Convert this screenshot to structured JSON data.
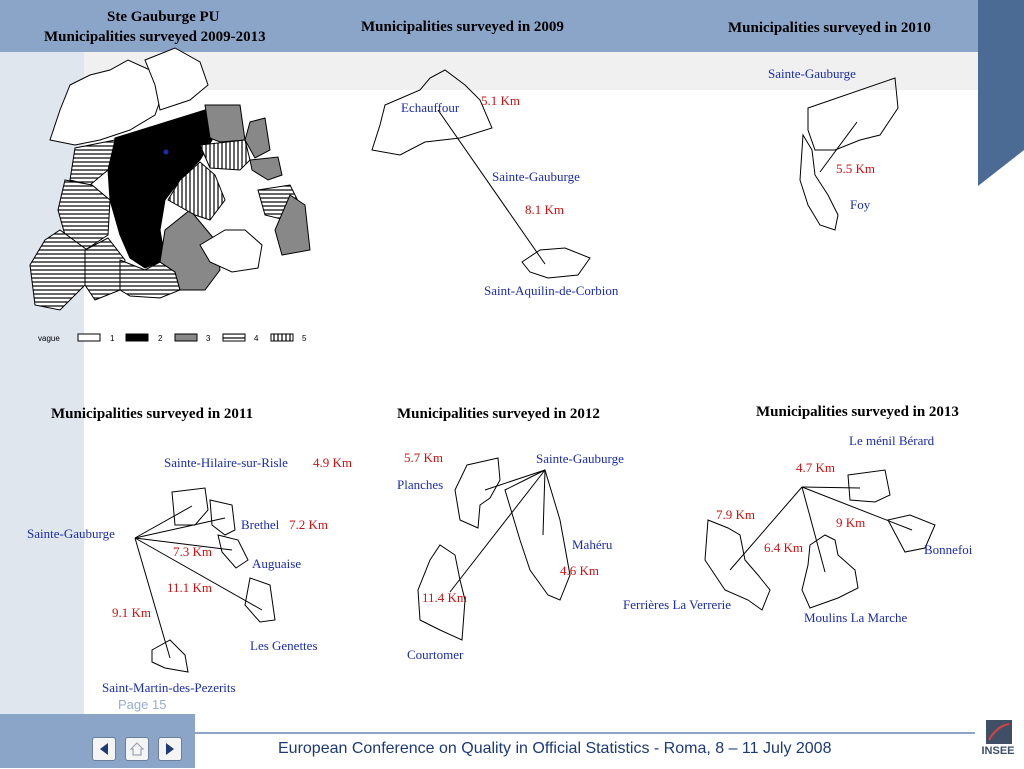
{
  "slide": {
    "page_label": "Page 15",
    "footer_text": "European Conference on Quality in Official Statistics -  Roma, 8 – 11 July 2008",
    "logo_text": "INSEE"
  },
  "map_main": {
    "title_line1": "Ste Gauburge PU",
    "title_line2": "Municipalities surveyed 2009-2013",
    "legend_title": "vague",
    "legend_items": [
      "1",
      "2",
      "3",
      "4",
      "5"
    ]
  },
  "panel_2009": {
    "title": "Municipalities surveyed in 2009",
    "places": [
      "Echauffour",
      "Sainte-Gauburge",
      "Saint-Aquilin-de-Corbion"
    ],
    "distances": [
      "5.1 Km",
      "8.1 Km"
    ]
  },
  "panel_2010": {
    "title": "Municipalities surveyed in 2010",
    "places": [
      "Sainte-Gauburge",
      "Foy"
    ],
    "distances": [
      "5.5 Km"
    ]
  },
  "panel_2011": {
    "title": "Municipalities surveyed in 2011",
    "places": [
      "Sainte-Hilaire-sur-Risle",
      "Sainte-Gauburge",
      "Brethel",
      "Auguaise",
      "Les Genettes",
      "Saint-Martin-des-Pezerits"
    ],
    "distances": [
      "4.9 Km",
      "7.2 Km",
      "7.3 Km",
      "11.1 Km",
      "9.1 Km"
    ]
  },
  "panel_2012": {
    "title": "Municipalities surveyed in 2012",
    "places": [
      "Planches",
      "Sainte-Gauburge",
      "Mahéru",
      "Courtomer"
    ],
    "distances": [
      "5.7 Km",
      "4.6 Km",
      "11.4 Km"
    ]
  },
  "panel_2013": {
    "title": "Municipalities surveyed in 2013",
    "places": [
      "Le ménil Bérard",
      "Bonnefoi",
      "Ferrières La Verrerie",
      "Moulins La Marche"
    ],
    "distances": [
      "4.7 Km",
      "7.9 Km",
      "9 Km",
      "6.4 Km"
    ]
  },
  "nav": {
    "prev_icon": "triangle-left-icon",
    "home_icon": "home-icon",
    "next_icon": "triangle-right-icon"
  },
  "colors": {
    "band": "#8aa5c8",
    "place_label": "#1a2bb0",
    "distance_label": "#d01010",
    "footer_text": "#1c3a78"
  }
}
